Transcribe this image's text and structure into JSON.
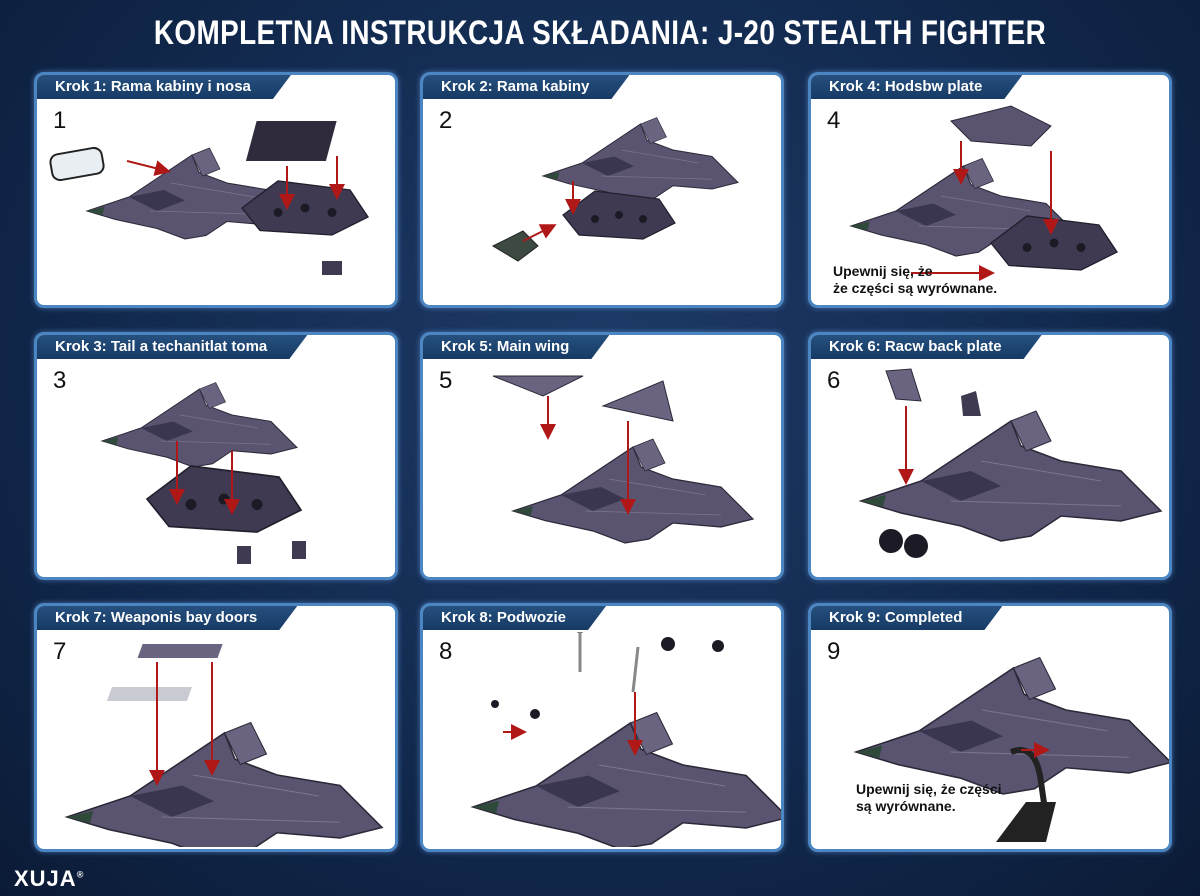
{
  "title": "KOMPLETNA INSTRUKCJA SKŁADANIA: J-20 STEALTH FIGHTER",
  "steps": [
    {
      "label": "Krok 1: Rama kabiny i nosa",
      "number": "1"
    },
    {
      "label": "Krok 2: Rama kabiny",
      "number": "2"
    },
    {
      "label": "Krok 4: Hodsbw plate",
      "number": "4",
      "note_line1": "Upewnij się, że",
      "note_line2": "że części są wyrównane."
    },
    {
      "label": "Krok 3: Tail a techanitlat toma",
      "number": "3"
    },
    {
      "label": "Krok 5: Main wing",
      "number": "5"
    },
    {
      "label": "Krok 6: Racw back plate",
      "number": "6"
    },
    {
      "label": "Krok 7: Weaponis bay doors",
      "number": "7"
    },
    {
      "label": "Krok 8: Podwozie",
      "number": "8"
    },
    {
      "label": "Krok 9: Completed",
      "number": "9",
      "note_line1": "Upewnij się, że części",
      "note_line2": "są wyrównane."
    }
  ],
  "brand": {
    "name": "XUJA",
    "mark": "®"
  },
  "colors": {
    "background": "#122a4f",
    "panel_border": "#4b86c2",
    "tab": "#1d4672",
    "part": "#4a4560",
    "arrow": "#b01818"
  }
}
